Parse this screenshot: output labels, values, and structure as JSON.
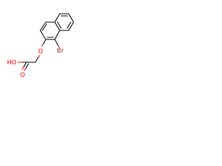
{
  "molecule": {
    "atoms": {
      "bromine": "Br",
      "ether_oxygen": "O",
      "carbonyl_oxygen": "O",
      "hydroxyl": "HO"
    },
    "colors": {
      "bond": "#000000",
      "oxygen": "#ff0000",
      "bromine": "#a52a2a"
    }
  }
}
